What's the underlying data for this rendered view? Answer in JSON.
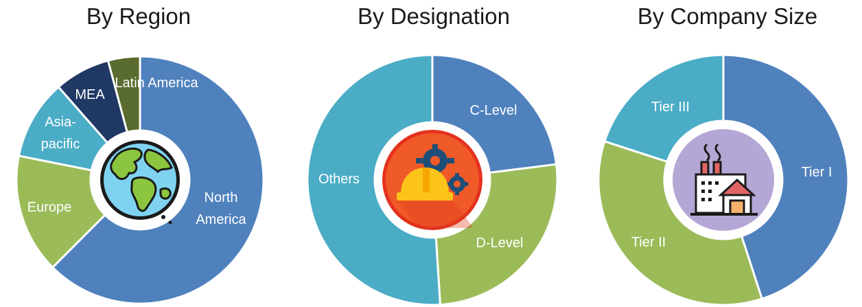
{
  "chart_data": [
    {
      "type": "pie",
      "title": "By Region",
      "categories": [
        "North America",
        "Europe",
        "Asia-pacific",
        "MEA",
        "Latin America"
      ],
      "values": [
        60,
        15,
        10,
        7,
        4
      ],
      "colors": [
        "#4f81bd",
        "#9bbb59",
        "#4bacc6",
        "#1f3864",
        "#5a6b2f"
      ]
    },
    {
      "type": "pie",
      "title": "By Designation",
      "categories": [
        "C-Level",
        "D-Level",
        "Others"
      ],
      "values": [
        23,
        26,
        51
      ],
      "colors": [
        "#4f81bd",
        "#9bbb59",
        "#4bacc6"
      ]
    },
    {
      "type": "pie",
      "title": "By Company Size",
      "categories": [
        "Tier I",
        "Tier II",
        "Tier III"
      ],
      "values": [
        45,
        35,
        20
      ],
      "colors": [
        "#4f81bd",
        "#9bbb59",
        "#4bacc6"
      ]
    }
  ],
  "icons": [
    "globe-icon",
    "gears-helmet-icon",
    "factory-icon"
  ]
}
